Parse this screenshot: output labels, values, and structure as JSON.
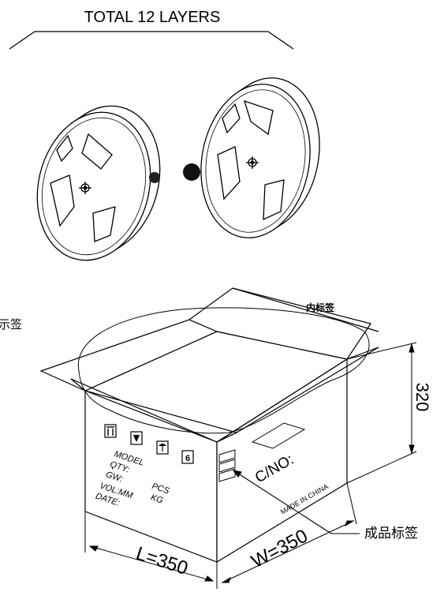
{
  "title": "TOTAL  12  LAYERS",
  "labels": {
    "inner_label": "内标签",
    "partial_label_left": "示签",
    "carton_no": "C/NO:",
    "made_in": "MADE IN CHINA",
    "finished_label": "成品标签"
  },
  "carton_label": {
    "model": "MODEL",
    "qty": "QTY:",
    "gw": "GW:",
    "vol": "VOL:MM",
    "date": "DATE:",
    "pcs": "PCS",
    "kg": "KG"
  },
  "dimensions": {
    "length": "L=350",
    "width": "W=350",
    "height": "320"
  },
  "icons": [
    "this-way-up-icon",
    "fragile-icon",
    "keep-dry-icon",
    "stack-limit-icon"
  ]
}
